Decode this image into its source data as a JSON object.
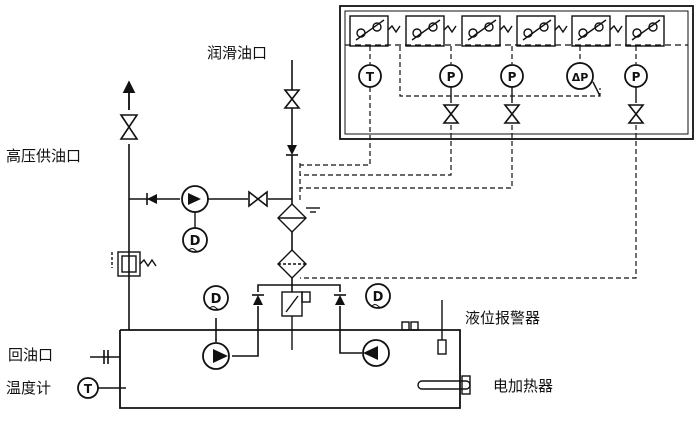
{
  "labels": {
    "lube_oil_outlet": "润滑油口",
    "hp_supply_outlet": "高压供油口",
    "return_oil_port": "回油口",
    "thermometer": "温度计",
    "level_alarm": "液位报警器",
    "electric_heater": "电加热器"
  },
  "instruments": {
    "temperature": "T",
    "pressure": "P",
    "diff_pressure": "ΔP"
  },
  "motor_symbol": "D",
  "colors": {
    "line": "#111111",
    "background": "#ffffff"
  }
}
